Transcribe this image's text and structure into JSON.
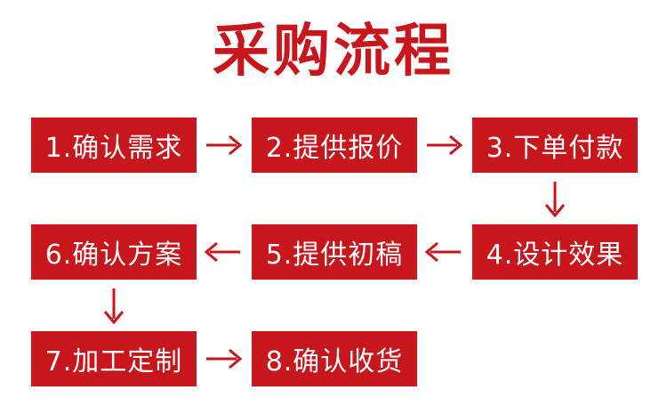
{
  "title": "采购流程",
  "colors": {
    "accent": "#c8161d",
    "text_on_box": "#ffffff",
    "background": "#ffffff"
  },
  "steps": [
    {
      "label": "1.确认需求"
    },
    {
      "label": "2.提供报价"
    },
    {
      "label": "3.下单付款"
    },
    {
      "label": "4.设计效果"
    },
    {
      "label": "5.提供初稿"
    },
    {
      "label": "6.确认方案"
    },
    {
      "label": "7.加工定制"
    },
    {
      "label": "8.确认收货"
    }
  ],
  "arrows": [
    {
      "from": 1,
      "to": 2,
      "direction": "right"
    },
    {
      "from": 2,
      "to": 3,
      "direction": "right"
    },
    {
      "from": 3,
      "to": 4,
      "direction": "down"
    },
    {
      "from": 4,
      "to": 5,
      "direction": "left"
    },
    {
      "from": 5,
      "to": 6,
      "direction": "left"
    },
    {
      "from": 6,
      "to": 7,
      "direction": "down"
    },
    {
      "from": 7,
      "to": 8,
      "direction": "right"
    }
  ]
}
